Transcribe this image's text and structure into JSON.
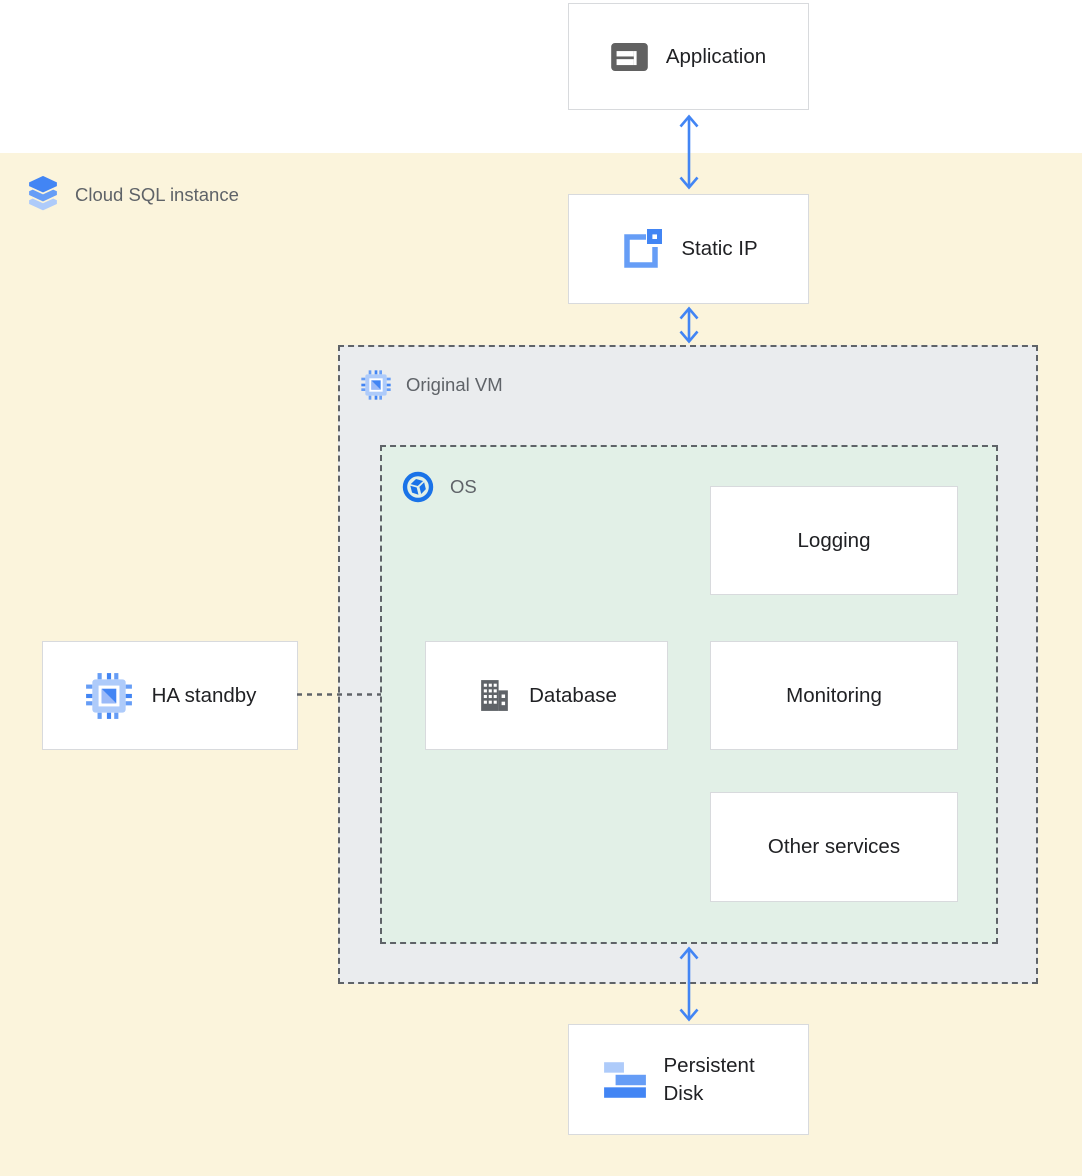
{
  "zones": {
    "cloud_sql": {
      "label": "Cloud SQL instance",
      "icon": "cloud-sql-icon",
      "background": "#FBF4DC"
    },
    "original_vm": {
      "label": "Original VM",
      "icon": "compute-engine-icon",
      "background": "#EAECEE"
    },
    "os": {
      "label": "OS",
      "icon": "os-icon",
      "background": "#E2F0E7"
    }
  },
  "nodes": {
    "application": {
      "label": "Application",
      "icon": "application-window-icon"
    },
    "static_ip": {
      "label": "Static IP",
      "icon": "external-ip-icon"
    },
    "logging": {
      "label": "Logging"
    },
    "database": {
      "label": "Database",
      "icon": "building-icon"
    },
    "monitoring": {
      "label": "Monitoring"
    },
    "other_services": {
      "label": "Other services"
    },
    "ha_standby": {
      "label": "HA standby",
      "icon": "compute-engine-icon"
    },
    "persistent_disk": {
      "label": "Persistent Disk",
      "icon": "persistent-disk-icon"
    }
  },
  "edges": [
    {
      "from": "Application",
      "to": "Static IP",
      "style": "double-arrow",
      "color": "#4285F4"
    },
    {
      "from": "Static IP",
      "to": "Original VM",
      "style": "double-arrow",
      "color": "#4285F4"
    },
    {
      "from": "OS",
      "to": "Persistent Disk",
      "style": "double-arrow",
      "color": "#4285F4"
    },
    {
      "from": "HA standby",
      "to": "OS",
      "style": "dashed-line",
      "color": "#5F6368"
    }
  ],
  "colors": {
    "arrow": "#4285F4",
    "dashed_border": "#5F6368",
    "node_border": "#D8DADD",
    "node_text": "#202124",
    "zone_label_text": "#5F6368",
    "icon_blue": "#4285F4",
    "icon_blue_mid": "#669DF6",
    "icon_blue_light": "#AECBFA",
    "icon_gray": "#5F6368"
  }
}
